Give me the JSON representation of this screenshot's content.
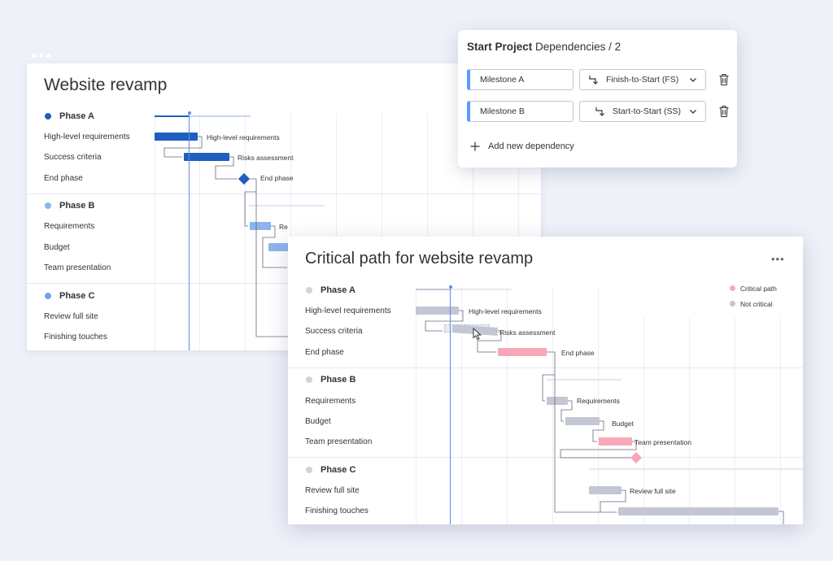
{
  "back_panel": {
    "title": "Website revamp",
    "accent": "#1f5fbf",
    "phases": [
      {
        "name": "Phase A",
        "color": "#1f5fbf",
        "rows": [
          "High-level requirements",
          "Success criteria",
          "End phase"
        ]
      },
      {
        "name": "Phase B",
        "color": "#8cb4ee",
        "rows": [
          "Requirements",
          "Budget",
          "Team presentation"
        ]
      },
      {
        "name": "Phase C",
        "color": "#6aa6ee",
        "rows": [
          "Review full site",
          "Finishing touches"
        ]
      }
    ],
    "bar_labels": [
      "High-level requirements",
      "Risks assessment",
      "End phase",
      "Re"
    ]
  },
  "front_panel": {
    "title": "Critical path for website revamp",
    "legend": [
      {
        "label": "Critical path",
        "color": "#f7a8b8"
      },
      {
        "label": "Not critical",
        "color": "#c3c6d4"
      }
    ],
    "phases": [
      {
        "name": "Phase A",
        "color": "#d0d3dc",
        "rows": [
          "High-level requirements",
          "Success criteria",
          "End phase"
        ]
      },
      {
        "name": "Phase B",
        "color": "#d0d3dc",
        "rows": [
          "Requirements",
          "Budget",
          "Team presentation"
        ]
      },
      {
        "name": "Phase C",
        "color": "#d0d3dc",
        "rows": [
          "Review full site",
          "Finishing touches"
        ]
      }
    ],
    "bar_labels": [
      "High-level requirements",
      "Risks assessment",
      "End phase",
      "Requirements",
      "Budget",
      "Team presentation",
      "Review full site"
    ]
  },
  "dependencies": {
    "title_bold": "Start Project",
    "title_rest": "Dependencies / 2",
    "items": [
      {
        "milestone": "Milestone A",
        "type": "Finish-to-Start (FS)"
      },
      {
        "milestone": "Milestone B",
        "type": "Start-to-Start (SS)"
      }
    ],
    "add_label": "Add new dependency"
  },
  "icons": {
    "dependency_type": "dependency-arrow-icon",
    "dropdown": "chevron-down-icon",
    "delete": "trash-icon",
    "add": "plus-icon",
    "cursor": "mouse-pointer-icon",
    "menu": "more-dots-icon"
  }
}
